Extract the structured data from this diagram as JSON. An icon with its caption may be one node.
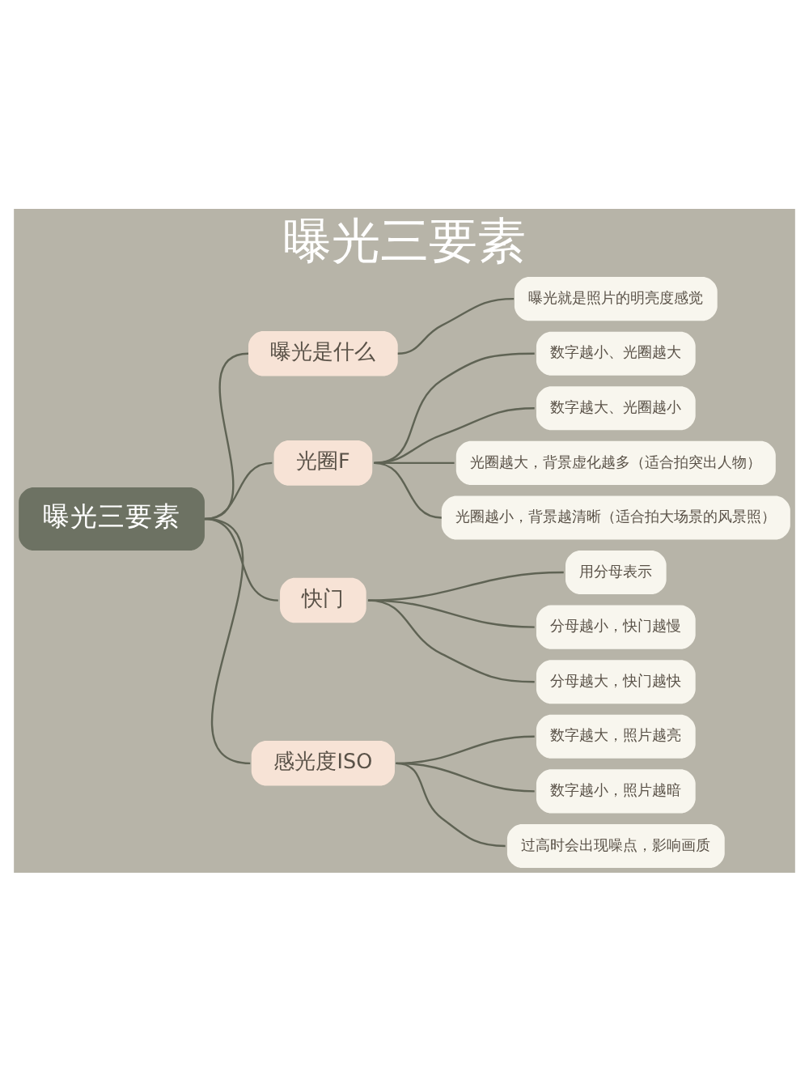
{
  "diagram": {
    "title": "曝光三要素",
    "nodes": [
      {
        "text": [
          "曝光三要素"
        ]
      },
      {
        "text": [
          "曝光是什么"
        ]
      },
      {
        "text": [
          "曝光就是照片的明亮度感觉"
        ]
      },
      {
        "text": [
          "光圈F"
        ]
      },
      {
        "text": [
          "数字越小、光圈越大"
        ]
      },
      {
        "text": [
          "数字越大、光圈越小"
        ]
      },
      {
        "text": [
          "光圈越大，背景虚化越多（适合拍突出人物）"
        ]
      },
      {
        "text": [
          "光圈越小，背景越清晰（适合拍大场景的风景照）"
        ]
      },
      {
        "text": [
          "快门"
        ]
      },
      {
        "text": [
          "用分母表示"
        ]
      },
      {
        "text": [
          "分母越小，快门越慢"
        ]
      },
      {
        "text": [
          "分母越大，快门越快"
        ]
      },
      {
        "text": [
          "感光度ISO"
        ]
      },
      {
        "text": [
          "数字越大，照片越亮"
        ]
      },
      {
        "text": [
          "数字越小，照片越暗"
        ]
      },
      {
        "text": [
          "过高时会出现噪点，影响画质"
        ]
      }
    ],
    "edges": [
      {
        "from": 0,
        "to": 1,
        "arrow": "none"
      },
      {
        "from": 1,
        "to": 2,
        "arrow": "none"
      },
      {
        "from": 0,
        "to": 3,
        "arrow": "none"
      },
      {
        "from": 3,
        "to": 4,
        "arrow": "none"
      },
      {
        "from": 3,
        "to": 5,
        "arrow": "none"
      },
      {
        "from": 3,
        "to": 6,
        "arrow": "none"
      },
      {
        "from": 3,
        "to": 7,
        "arrow": "none"
      },
      {
        "from": 0,
        "to": 8,
        "arrow": "none"
      },
      {
        "from": 8,
        "to": 9,
        "arrow": "none"
      },
      {
        "from": 8,
        "to": 10,
        "arrow": "none"
      },
      {
        "from": 8,
        "to": 11,
        "arrow": "none"
      },
      {
        "from": 0,
        "to": 12,
        "arrow": "none"
      },
      {
        "from": 12,
        "to": 13,
        "arrow": "none"
      },
      {
        "from": 12,
        "to": 14,
        "arrow": "none"
      },
      {
        "from": 12,
        "to": 15,
        "arrow": "none"
      }
    ]
  }
}
